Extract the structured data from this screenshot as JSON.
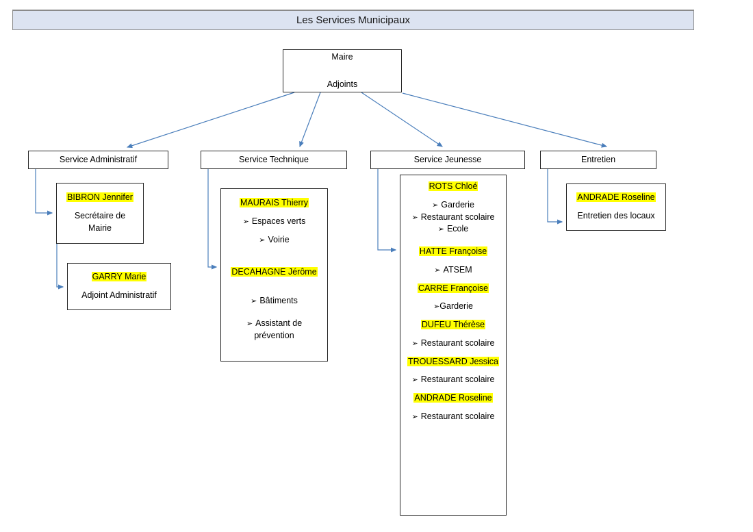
{
  "banner": {
    "title": "Les Services Municipaux"
  },
  "top": {
    "line1": "Maire",
    "line2": "Adjoints"
  },
  "services": [
    {
      "name": "service-administratif",
      "header": "Service Administratif",
      "detail_boxes": [
        {
          "name": "bibron-jennifer-box",
          "person": "BIBRON Jennifer",
          "roles": [
            "Secrétaire de",
            "Mairie"
          ]
        },
        {
          "name": "garry-marie-box",
          "person": "GARRY Marie",
          "roles": [
            "Adjoint Administratif"
          ]
        }
      ]
    },
    {
      "name": "service-technique",
      "header": "Service Technique",
      "staff": [
        {
          "person": "MAURAIS Thierry",
          "duties": [
            "Espaces verts",
            "Voirie"
          ]
        },
        {
          "person": "DECAHAGNE Jérôme",
          "duties": [
            "Bâtiments",
            "Assistant de prévention"
          ]
        }
      ]
    },
    {
      "name": "service-jeunesse",
      "header": "Service Jeunesse",
      "staff": [
        {
          "person": "ROTS Chloé",
          "duties": [
            "Garderie",
            "Restaurant scolaire",
            "Ecole"
          ]
        },
        {
          "person": "HATTE Françoise",
          "duties": [
            "ATSEM"
          ]
        },
        {
          "person": "CARRE Françoise",
          "duties": [
            "Garderie"
          ]
        },
        {
          "person": "DUFEU Thérèse",
          "duties": [
            "Restaurant scolaire"
          ]
        },
        {
          "person": "TROUESSARD Jessica",
          "duties": [
            "Restaurant scolaire"
          ]
        },
        {
          "person": "ANDRADE Roseline",
          "duties": [
            "Restaurant scolaire"
          ]
        }
      ]
    },
    {
      "name": "entretien",
      "header": "Entretien",
      "detail_boxes": [
        {
          "name": "andrade-roseline-box",
          "person": "ANDRADE Roseline",
          "roles": [
            "Entretien des locaux"
          ]
        }
      ]
    }
  ],
  "colors": {
    "banner_fill": "#dce3f1",
    "banner_border": "#8a8a8a",
    "box_border": "#262626",
    "connector": "#4a7ebb",
    "highlight": "#ffff00",
    "text": "#000000"
  }
}
